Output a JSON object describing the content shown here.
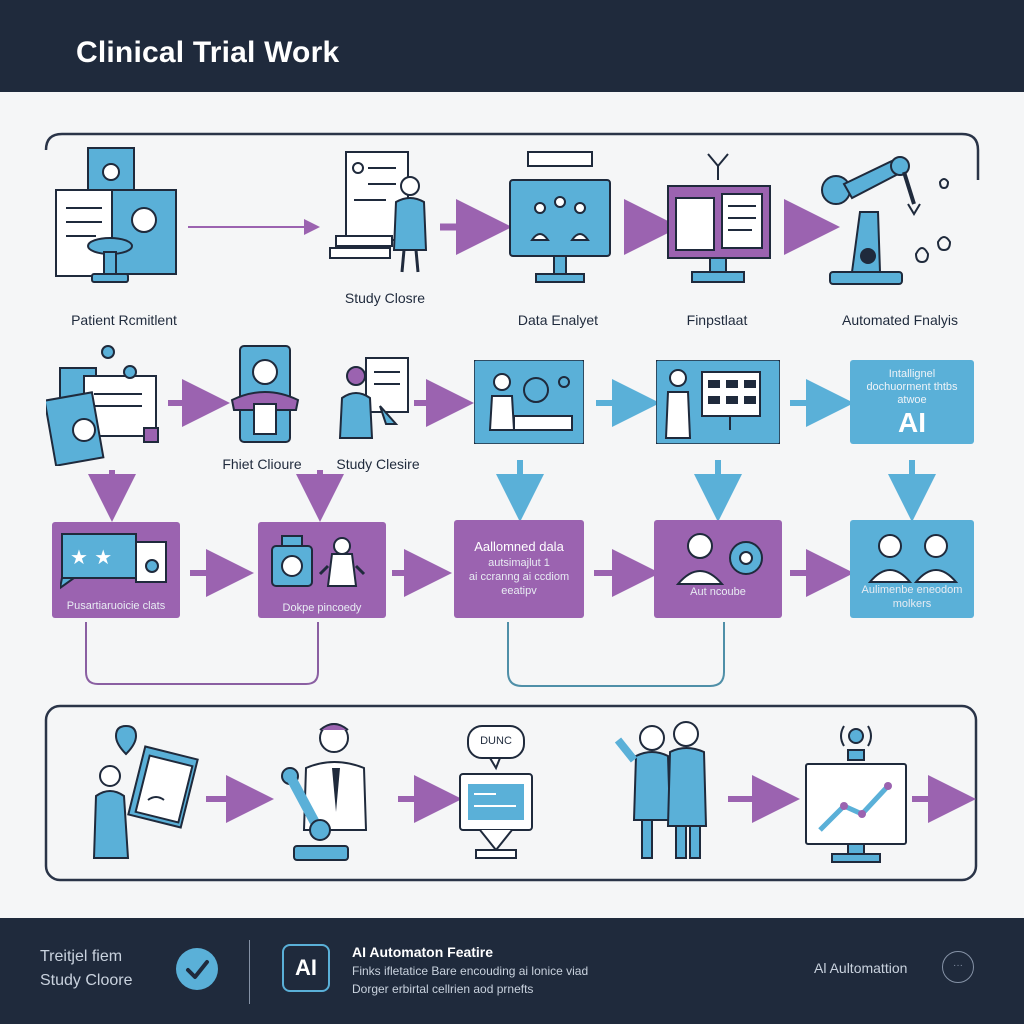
{
  "header": {
    "title": "Clinical Trial Work"
  },
  "row1": {
    "labels": [
      "Patient Rcmitlent",
      "Study Closre",
      "Data Enalyet",
      "Finpstlaat",
      "Automated Fnalyis"
    ]
  },
  "row2": {
    "labels": [
      "Fhiet Clioure",
      "Study Clesire"
    ],
    "ai_card": {
      "lines": [
        "Intallignel",
        "dochuorment thtbs",
        "atwoe"
      ],
      "badge": "AI"
    }
  },
  "row3": {
    "cards": [
      {
        "lines": [
          "Pusartiaruoicie clats"
        ]
      },
      {
        "lines": [
          "Dokpe pincoedy"
        ]
      },
      {
        "lines": [
          "Aallomned dala",
          "autsimajlut 1",
          "ai ccranng ai ccdiom",
          "eeatipv"
        ]
      },
      {
        "lines": [
          "Aut ncoube"
        ]
      },
      {
        "lines": [
          "Aulimenbe eneodom",
          "molkers"
        ]
      }
    ]
  },
  "row4": {
    "bubble_text": "DUNC"
  },
  "footer": {
    "left_line1": "Treitjel fiem",
    "left_line2": "Study Cloore",
    "ai_badge": "AI",
    "feature_title": "AI Automaton Featire",
    "feature_line1": "Finks ifletatice  Bare encouding ai lonice viad",
    "feature_line2": "Dorger erbirtal cellrien aod prnefts",
    "right_text": "Al Aultomattion",
    "right_icon": "ellipsis-circle-icon"
  },
  "colors": {
    "navy": "#1f2a3c",
    "purple": "#9b63b0",
    "blue": "#5ab0d8",
    "background": "#f5f6f7"
  }
}
